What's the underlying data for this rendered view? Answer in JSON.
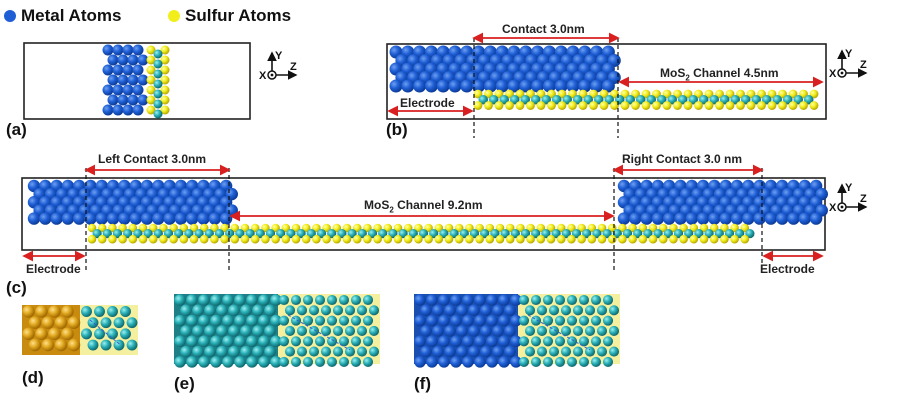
{
  "legend": {
    "items": [
      {
        "label": "Metal Atoms",
        "color": "#1f5fd6"
      },
      {
        "label": "Sulfur Atoms",
        "color": "#f2ee1c"
      }
    ]
  },
  "colors": {
    "metal": "#1f5fd6",
    "sulfur": "#f2ee1c",
    "molybdenum": "#2ab0b8",
    "gold": "#e0a820",
    "dimension_arrow": "#d92020",
    "box": "#222222"
  },
  "axes": {
    "x": "X",
    "y": "Y",
    "z": "Z"
  },
  "panels": {
    "a": {
      "label": "(a)"
    },
    "b": {
      "label": "(b)",
      "contact": "Contact 3.0nm",
      "channel_prefix": "MoS",
      "channel_sub": "2",
      "channel_suffix": " Channel 4.5nm",
      "electrode": "Electrode"
    },
    "c": {
      "label": "(c)",
      "left_contact": "Left Contact 3.0nm",
      "right_contact": "Right Contact 3.0 nm",
      "channel_prefix": "MoS",
      "channel_sub": "2",
      "channel_suffix": " Channel 9.2nm",
      "left_electrode": "Electrode",
      "right_electrode": "Electrode"
    },
    "d": {
      "label": "(d)"
    },
    "e": {
      "label": "(e)"
    },
    "f": {
      "label": "(f)"
    }
  }
}
